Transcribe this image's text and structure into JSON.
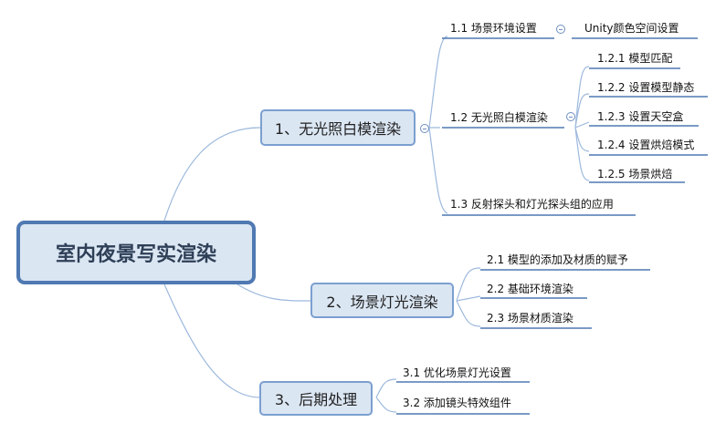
{
  "root": {
    "label": "室内夜景写实渲染"
  },
  "branches": [
    {
      "label": "1、无光照白模渲染",
      "children": [
        {
          "label": "1.1 场景环境设置",
          "children": [
            {
              "label": "Unity颜色空间设置"
            }
          ]
        },
        {
          "label": "1.2 无光照白模渲染",
          "children": [
            {
              "label": "1.2.1 模型匹配"
            },
            {
              "label": "1.2.2 设置模型静态"
            },
            {
              "label": "1.2.3 设置天空盒"
            },
            {
              "label": "1.2.4 设置烘焙模式"
            },
            {
              "label": "1.2.5 场景烘焙"
            }
          ]
        },
        {
          "label": "1.3 反射探头和灯光探头组的应用"
        }
      ]
    },
    {
      "label": "2、场景灯光渲染",
      "children": [
        {
          "label": "2.1 模型的添加及材质的赋予"
        },
        {
          "label": "2.2 基础环境渲染"
        },
        {
          "label": "2.3 场景材质渲染"
        }
      ]
    },
    {
      "label": "3、后期处理",
      "children": [
        {
          "label": "3.1 优化场景灯光设置"
        },
        {
          "label": "3.2 添加镜头特效组件"
        }
      ]
    }
  ],
  "colors": {
    "line": "#8fb0d9",
    "underline": "#4f79b2",
    "node_fill": "#dbe6f3",
    "root_border": "#4f79b2"
  }
}
